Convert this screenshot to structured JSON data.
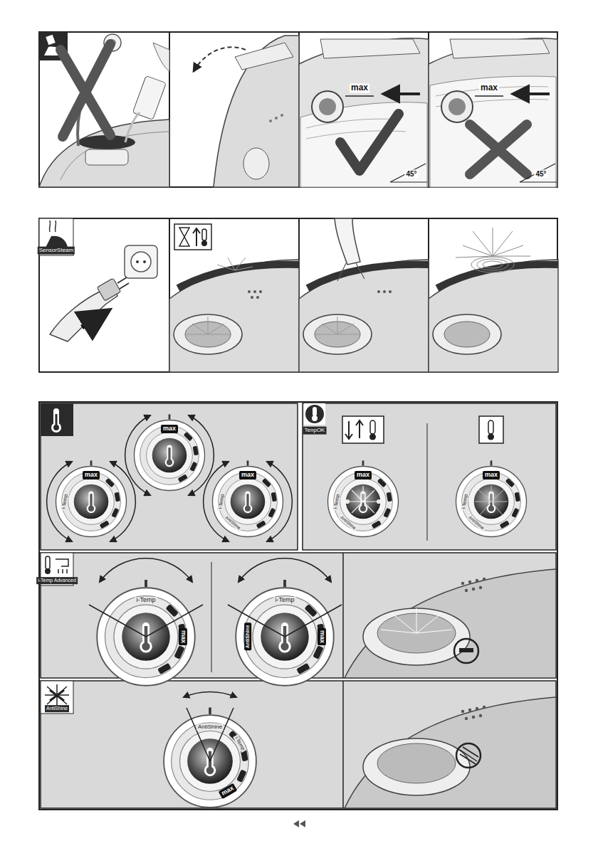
{
  "diagram": {
    "labels": [
      "max",
      "45°",
      "max",
      "45°",
      "SensorSteam",
      "max",
      "max",
      "i-Temp",
      "max",
      "i-Temp",
      "AntiShine",
      "TenpOK",
      "max",
      "i-Temp",
      "AntiShine",
      "max",
      "i-Temp",
      "AntiShine",
      "i-Temp Advanced",
      "i-Temp",
      "max",
      "i-Temp",
      "AntiShine",
      "max",
      "AntiShine",
      "AntiShine",
      "i-Temp",
      "max"
    ]
  }
}
